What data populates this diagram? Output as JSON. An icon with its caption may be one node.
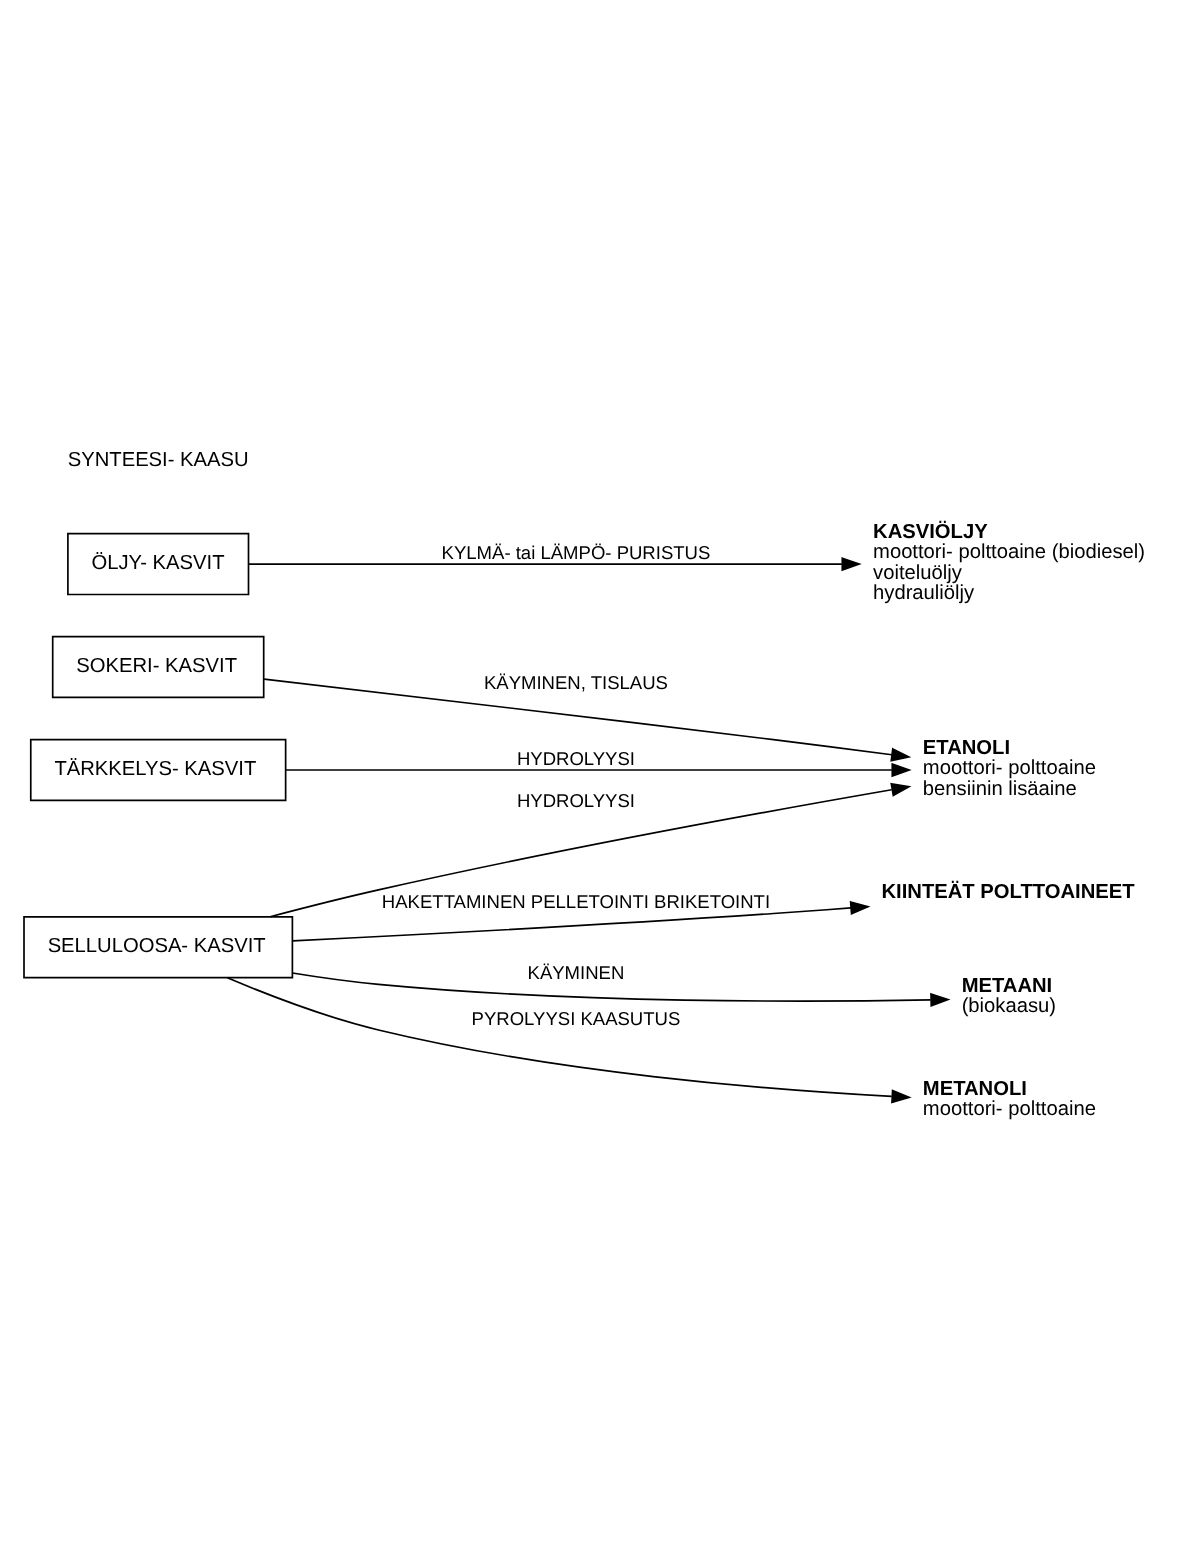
{
  "diagram": {
    "nodes": [
      {
        "text": [
          "SOKERI- KASVIT"
        ]
      },
      {
        "text": [
          "TÄRKKELYS- KASVIT"
        ]
      },
      {
        "text": [
          "SELLULOOSA- KASVIT"
        ]
      },
      {
        "text": [
          "ÖLJY- KASVIT"
        ]
      },
      {
        "text": [
          "ETANOLI",
          "moottori- polttoaine",
          "bensiinin lisäaine"
        ]
      },
      {
        "text": [
          "KIINTEÄT POLTTOAINEET"
        ]
      },
      {
        "text": [
          "METAANI",
          "(biokaasu)"
        ]
      },
      {
        "text": [
          "METANOLI",
          "moottori- polttoaine"
        ]
      },
      {
        "text": [
          "KASVIÖLJY",
          "moottori- polttoaine (biodiesel)",
          "voiteluöljy",
          "hydrauliöljy"
        ]
      }
    ],
    "edges": [
      {
        "from": 0,
        "to": 4,
        "arrow": "to",
        "label": "KÄYMINEN, TISLAUS"
      },
      {
        "from": 1,
        "to": 4,
        "arrow": "to",
        "label": "HYDROLYYSI"
      },
      {
        "from": 2,
        "to": 4,
        "arrow": "to",
        "label": "HYDROLYYSI"
      },
      {
        "from": 2,
        "to": 5,
        "arrow": "to",
        "label": "HAKETTAMINEN PELLETOINTI BRIKETOINTI"
      },
      {
        "from": 2,
        "to": 6,
        "arrow": "to",
        "label": "KÄYMINEN"
      },
      {
        "from": 2,
        "to": 7,
        "arrow": "to",
        "label": "PYROLYYSI KAASUTUS"
      },
      {
        "from": 3,
        "to": 8,
        "arrow": "to",
        "label": "KYLMÄ- tai LÄMPÖ- PURISTUS"
      }
    ],
    "labels": [
      "SYNTEESI- KAASU"
    ]
  }
}
